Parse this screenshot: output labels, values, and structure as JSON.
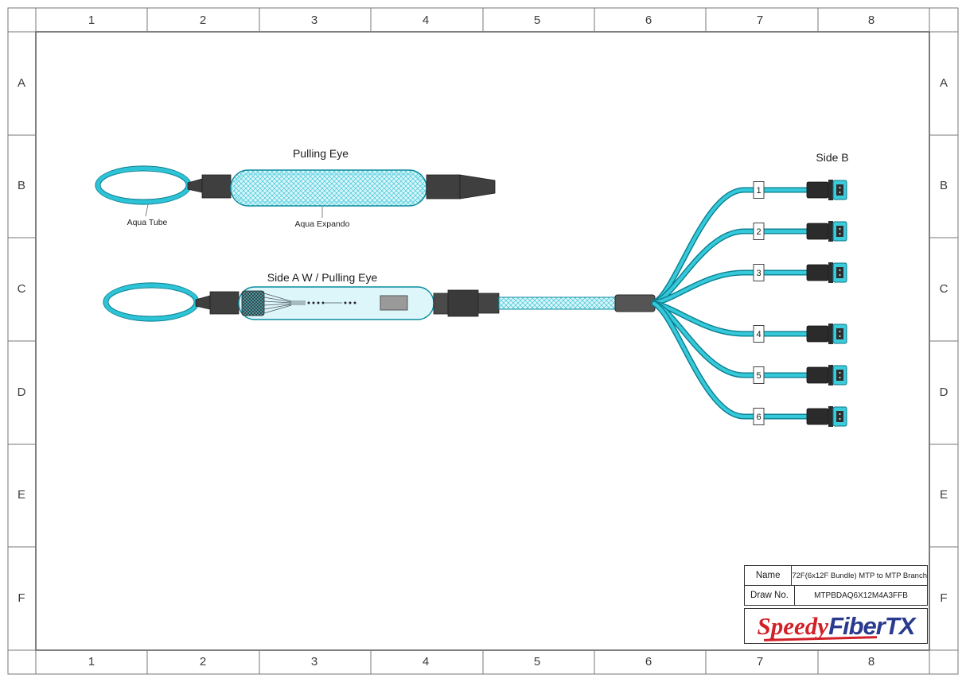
{
  "frame": {
    "columns": [
      "1",
      "2",
      "3",
      "4",
      "5",
      "6",
      "7",
      "8"
    ],
    "rows": [
      "A",
      "B",
      "C",
      "D",
      "E",
      "F"
    ]
  },
  "diagram": {
    "pulling_eye": {
      "title": "Pulling Eye",
      "aqua_tube_label": "Aqua Tube",
      "aqua_expando_label": "Aqua Expando"
    },
    "side_a": {
      "title": "Side A W / Pulling Eye"
    },
    "side_b": {
      "title": "Side B",
      "branch_labels": [
        "1",
        "2",
        "3",
        "4",
        "5",
        "6"
      ]
    }
  },
  "title_block": {
    "name_label": "Name",
    "name_value": "72F(6x12F Bundle) MTP to MTP Branch",
    "draw_no_label": "Draw No.",
    "draw_no_value": "MTPBDAQ6X12M4A3FFB",
    "logo": {
      "part1": "Speedy",
      "part2": "FiberTX"
    }
  },
  "colors": {
    "aqua": "#00b6ce",
    "aqua_light": "#dcf6fa",
    "dark_gray": "#3f3f3f",
    "logo_red": "#d22027",
    "logo_blue": "#2a3b8f"
  }
}
